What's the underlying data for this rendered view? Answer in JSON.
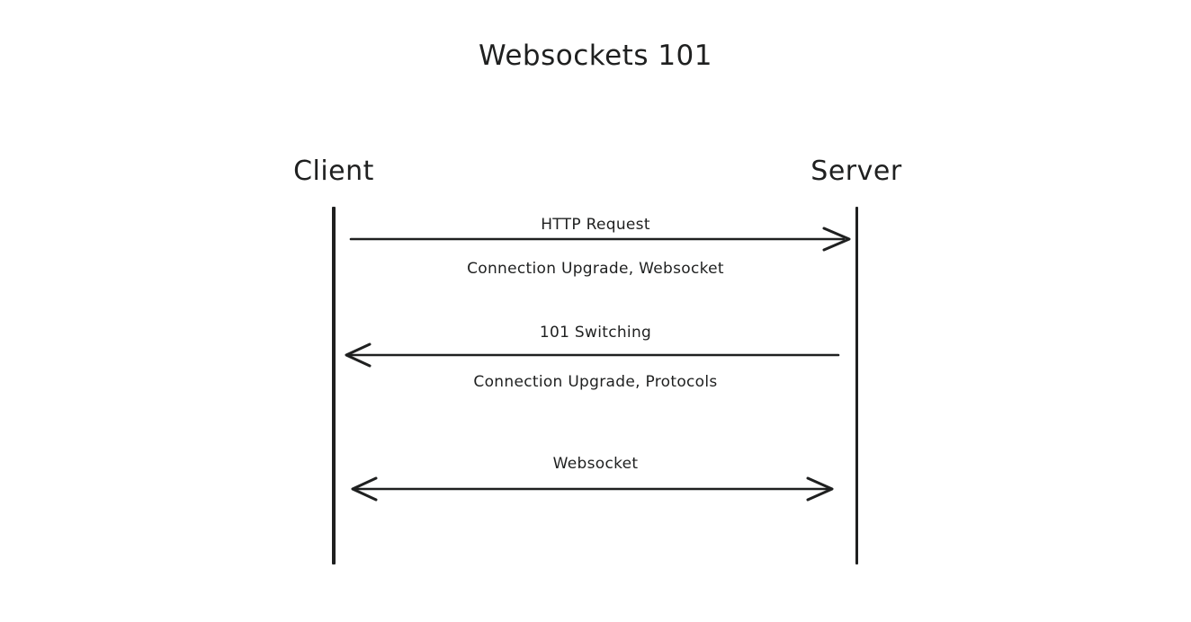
{
  "diagram": {
    "title": "Websockets 101",
    "type": "sequence-diagram",
    "theme": {
      "background": "#ffffff",
      "stroke": "#1f2020",
      "text": "#1f2020"
    },
    "participants": [
      {
        "id": "client",
        "label": "Client"
      },
      {
        "id": "server",
        "label": "Server"
      }
    ],
    "messages": [
      {
        "index": 1,
        "from": "client",
        "to": "server",
        "direction": "right",
        "label": "HTTP Request",
        "sublabel": "Connection Upgrade, Websocket"
      },
      {
        "index": 2,
        "from": "server",
        "to": "client",
        "direction": "left",
        "label": "101 Switching",
        "sublabel": "Connection Upgrade, Protocols"
      },
      {
        "index": 3,
        "from": "client",
        "to": "server",
        "direction": "both",
        "label": "Websocket",
        "sublabel": ""
      }
    ]
  }
}
